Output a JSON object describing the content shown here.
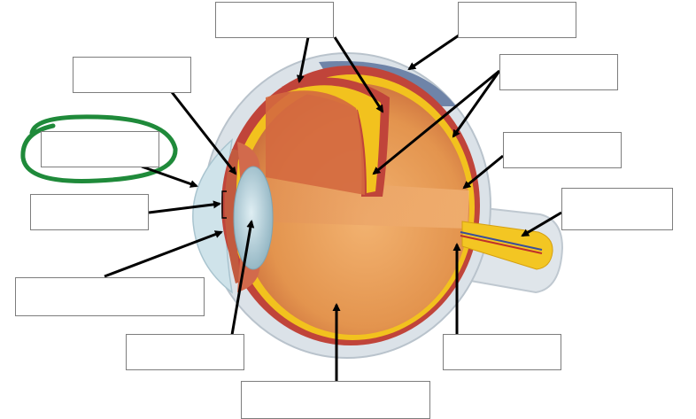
{
  "diagram": {
    "subject": "eye-cross-section",
    "label_boxes": [
      {
        "id": "box-top-center",
        "text": ""
      },
      {
        "id": "box-top-right",
        "text": ""
      },
      {
        "id": "box-upper-left",
        "text": ""
      },
      {
        "id": "box-right-upper",
        "text": ""
      },
      {
        "id": "box-circled-left",
        "text": ""
      },
      {
        "id": "box-right-middle",
        "text": ""
      },
      {
        "id": "box-left-middle",
        "text": ""
      },
      {
        "id": "box-optic-nerve",
        "text": ""
      },
      {
        "id": "box-lower-left",
        "text": ""
      },
      {
        "id": "box-bottom-left",
        "text": ""
      },
      {
        "id": "box-bottom-right",
        "text": ""
      },
      {
        "id": "box-bottom-center",
        "text": ""
      }
    ],
    "annotation": {
      "kind": "hand-drawn-circle",
      "color": "#1f8a3a"
    },
    "colors": {
      "sclera": "#dbe2e8",
      "choroid": "#c0443a",
      "retina": "#f2c21e",
      "vitreous": "#e89a55",
      "lens": "#b9d6e0",
      "cornea": "#cfe3ea",
      "back_sclera": "#6f84a8",
      "optic_nerve": "#f3c623",
      "arrow": "#000000"
    }
  }
}
